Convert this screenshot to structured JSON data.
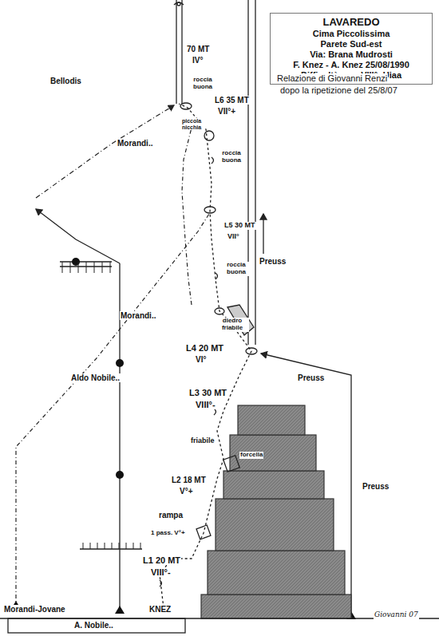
{
  "diagram": {
    "nodes": [
      {
        "text": [
          "LAVAREDO",
          "Cima Piccolissima",
          "Parete Sud-est",
          "Via: Brana Mudrosti",
          "F. Knez - A. Knez 25/08/1990",
          "Difficoltà max VIII°-  Uiaa"
        ]
      }
    ],
    "labels": [
      "Relazione di Giovanni Renzi",
      "dopo la ripetizione del 25/8/07",
      "70 MT",
      "IV°",
      "roccia buona",
      "Bellodis",
      "L6  35 MT",
      "VII°+",
      "piccola nicchia",
      "Morandi..",
      "roccia buona",
      "L5 30 MT",
      "VII°",
      "roccia buona",
      "Morandi..",
      "diedro friabile",
      "L4  20 MT",
      "VI°",
      "Preuss",
      "Preuss",
      "Preuss",
      "Aldo Nobile..",
      "L3  30 MT",
      "VIII°-",
      "friabile",
      "forcella",
      "L2 18 MT",
      "V°+",
      "rampa",
      "1 pass. V°+",
      "L1  20 MT",
      "VIII°-",
      "Morandi-Jovane",
      "KNEZ",
      "A. Nobile..",
      "Giovanni 07"
    ]
  }
}
